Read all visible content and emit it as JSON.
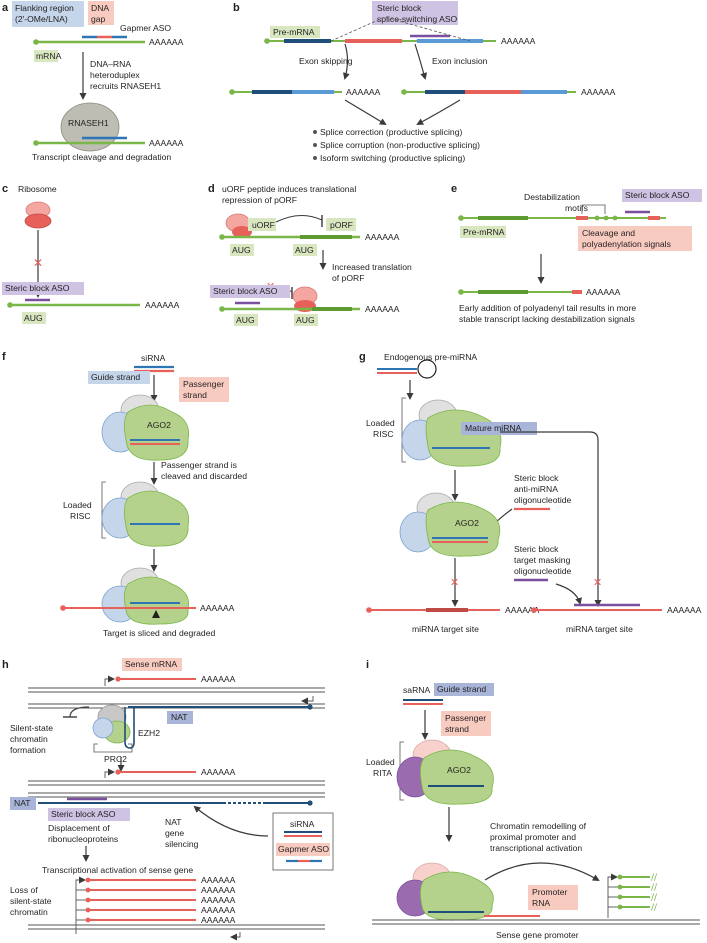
{
  "colors": {
    "green": "#7ab648",
    "darkblue": "#1f4e79",
    "blue": "#2e75b6",
    "pink": "#f4a6a0",
    "red": "#e8605a",
    "lav": "#cfc3e3",
    "lblue": "#c5d5ea",
    "lgreen": "#d8e7c0",
    "salmon": "#f8cbc0"
  },
  "a": {
    "label": "a",
    "flank1": "Flanking region",
    "flank2": "(2′-OMe/LNA)",
    "gap1": "DNA",
    "gap2": "gap",
    "gapmer": "Gapmer ASO",
    "polyA": "AAAAAA",
    "mrna": "mRNA",
    "step1": "DNA–RNA",
    "step2": "heteroduplex",
    "step3": "recruits RNASEH1",
    "enzyme": "RNASEH1",
    "result": "Transcript cleavage and degradation"
  },
  "b": {
    "label": "b",
    "aso1": "Steric block",
    "aso2": "splice-switching ASO",
    "premrna": "Pre-mRNA",
    "polyA": "AAAAAA",
    "skip": "Exon skipping",
    "incl": "Exon inclusion",
    "outcomes": [
      "Splice correction (productive splicing)",
      "Splice corruption (non-productive splicing)",
      "Isoform switching (productive splicing)"
    ]
  },
  "c": {
    "label": "c",
    "ribosome": "Ribosome",
    "aso": "Steric block ASO",
    "polyA": "AAAAAA",
    "aug": "AUG"
  },
  "d": {
    "label": "d",
    "title1": "uORF peptide induces translational",
    "title2": "repression of pORF",
    "uorf": "uORF",
    "porf": "pORF",
    "aug": "AUG",
    "polyA": "AAAAAA",
    "inc1": "Increased translation",
    "inc2": "of pORF",
    "aso": "Steric block ASO"
  },
  "e": {
    "label": "e",
    "destab1": "Destabilization",
    "destab2": "motifs",
    "aso": "Steric block ASO",
    "premrna": "Pre-mRNA",
    "cleav1": "Cleavage and",
    "cleav2": "polyadenylation signals",
    "polyA": "AAAAAA",
    "result1": "Early addition of polyadenyl tail results in more",
    "result2": "stable transcript lacking destabilization signals"
  },
  "f": {
    "label": "f",
    "sirna": "siRNA",
    "guide": "Guide strand",
    "passenger1": "Passenger",
    "passenger2": "strand",
    "ago": "AGO2",
    "step1": "Passenger strand is",
    "step2": "cleaved and discarded",
    "loaded1": "Loaded",
    "loaded2": "RISC",
    "polyA": "AAAAAA",
    "result": "Target is sliced and degraded"
  },
  "g": {
    "label": "g",
    "premirna": "Endogenous pre-miRNA",
    "loaded1": "Loaded",
    "loaded2": "RISC",
    "mature": "Mature miRNA",
    "anti1": "Steric block",
    "anti2": "anti-miRNA",
    "anti3": "oligonucleotide",
    "ago": "AGO2",
    "mask1": "Steric block",
    "mask2": "target masking",
    "mask3": "oligonucleotide",
    "polyA": "AAAAAA",
    "site1": "miRNA target site",
    "site2": "miRNA target site"
  },
  "h": {
    "label": "h",
    "sense": "Sense mRNA",
    "polyA": "AAAAAA",
    "silent1": "Silent-state",
    "silent2": "chromatin",
    "silent3": "formation",
    "ezh2": "EZH2",
    "nat": "NAT",
    "prc2": "PRC2",
    "aso": "Steric block ASO",
    "disp1": "Displacement of",
    "disp2": "ribonucleoproteins",
    "natsil1": "NAT",
    "natsil2": "gene",
    "natsil3": "silencing",
    "sirna": "siRNA",
    "gapmer": "Gapmer ASO",
    "activation": "Transcriptional activation of sense gene",
    "loss1": "Loss of",
    "loss2": "silent-state",
    "loss3": "chromatin"
  },
  "i": {
    "label": "i",
    "sarna": "saRNA",
    "guide": "Guide strand",
    "passenger1": "Passenger",
    "passenger2": "strand",
    "loaded1": "Loaded",
    "loaded2": "RITA",
    "ago": "AGO2",
    "remod1": "Chromatin remodelling of",
    "remod2": "proximal promoter and",
    "remod3": "transcriptional activation",
    "promoter1": "Promoter",
    "promoter2": "RNA",
    "senseprom": "Sense gene promoter"
  }
}
